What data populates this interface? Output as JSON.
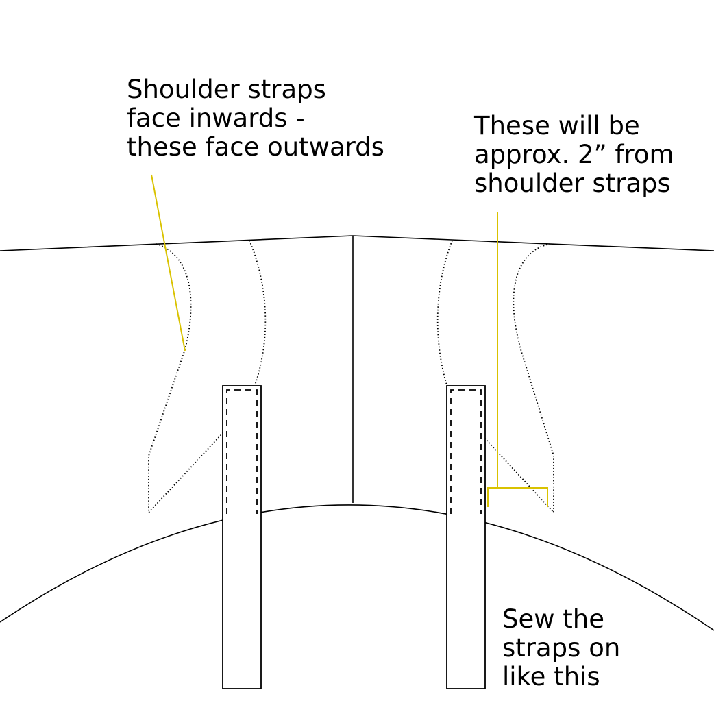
{
  "labels": {
    "shoulder_note": [
      "Shoulder straps",
      "face inwards -",
      "these face outwards"
    ],
    "distance_note": [
      "These will be",
      "approx. 2” from",
      "shoulder straps"
    ],
    "sew_note": [
      "Sew the",
      "straps on",
      "like this"
    ]
  },
  "colors": {
    "line": "#000000",
    "annotation": "#d9c200",
    "background": "#ffffff"
  }
}
